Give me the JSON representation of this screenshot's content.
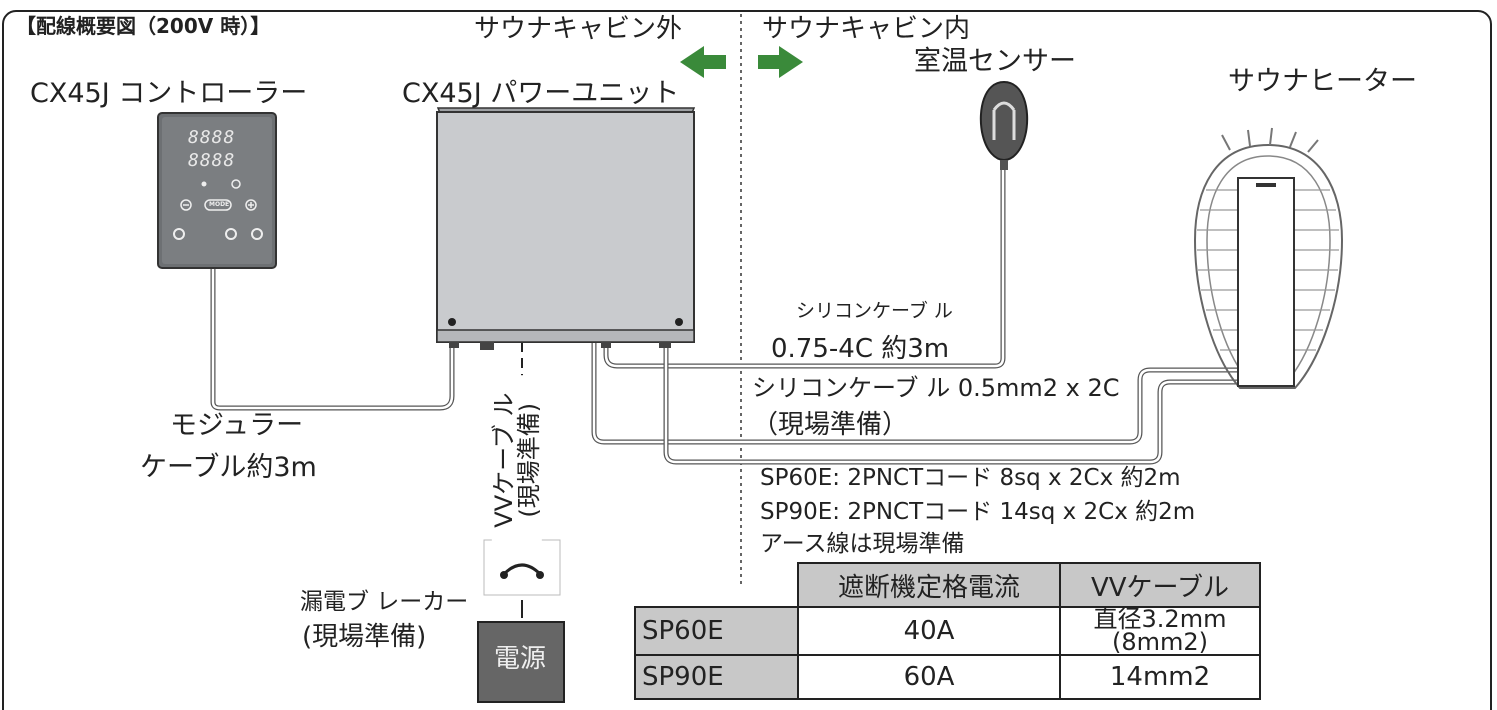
{
  "title": "【配線概要図（200V 時）】",
  "zones": {
    "outside": "サウナキャビン外",
    "inside": "サウナキャビン内"
  },
  "components": {
    "controller": "CX45J コントローラー",
    "power_unit": "CX45J パワーユニット",
    "sensor": "室温センサー",
    "heater": "サウナヒーター",
    "breaker_line1": "漏電ブ レーカー",
    "breaker_line2": "(現場準備)",
    "power_source": "電源"
  },
  "controller_display": {
    "digits_top": "8888",
    "digits_bottom": "8888",
    "button_mode": "MODE"
  },
  "cables": {
    "sensor_cable_name": "シリコンケーブ ル",
    "sensor_cable_spec": "0.75-4C 約3m",
    "heater_cable_name": "シリコンケーブ ル 0.5mm2 x 2C",
    "heater_cable_note": "（現場準備）",
    "modular_line1": "モジュラー",
    "modular_line2": "ケーブル約3m",
    "vv_vertical_line1": "VVケーブ ル",
    "vv_vertical_line2": "(現場準備)",
    "cord_sp60e": "SP60E: 2PNCTコード 8sq x 2Cx 約2m",
    "cord_sp90e": "SP90E: 2PNCTコード 14sq x 2Cx 約2m",
    "earth_note": "アース線は現場準備"
  },
  "colors": {
    "arrow": "#3a8a3a",
    "unit_fill": "#c9cbce",
    "controller_fill": "#6d7073",
    "power_fill": "#666666",
    "table_header_fill": "#c8c8c8"
  },
  "table": {
    "headers": [
      "",
      "遮断機定格電流",
      "VVケーブル"
    ],
    "rows": [
      {
        "model": "SP60E",
        "current": "40A",
        "cable_line1": "直径3.2mm",
        "cable_line2": "(8mm2)"
      },
      {
        "model": "SP90E",
        "current": "60A",
        "cable_line1": "14mm2",
        "cable_line2": ""
      }
    ]
  }
}
